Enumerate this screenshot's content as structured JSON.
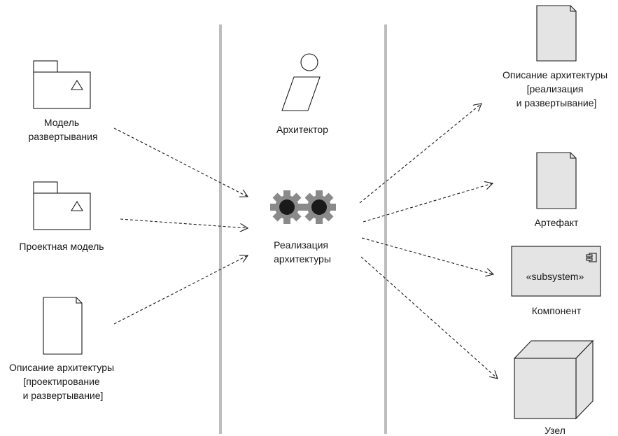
{
  "inputs": {
    "deployment_model": [
      "Модель",
      "развертывания"
    ],
    "design_model": [
      "Проектная модель"
    ],
    "arch_design_doc": [
      "Описание архитектуры",
      "[проектирование",
      "и развертывание]"
    ]
  },
  "center": {
    "role": [
      "Архитектор"
    ],
    "activity": [
      "Реализация",
      "архитектуры"
    ]
  },
  "outputs": {
    "arch_impl_doc": [
      "Описание архитектуры",
      "[реализация",
      "и развертывание]"
    ],
    "artifact": [
      "Артефакт"
    ],
    "component": [
      "Компонент"
    ],
    "component_stereotype": "«subsystem»",
    "node": [
      "Узел"
    ]
  },
  "colors": {
    "ink": "#1a1a1a",
    "divider": "#bdbdbd",
    "artifact_fill": "#e4e4e4",
    "gear_fill": "#8a8a8a",
    "gear_hub": "#1a1a1a"
  }
}
